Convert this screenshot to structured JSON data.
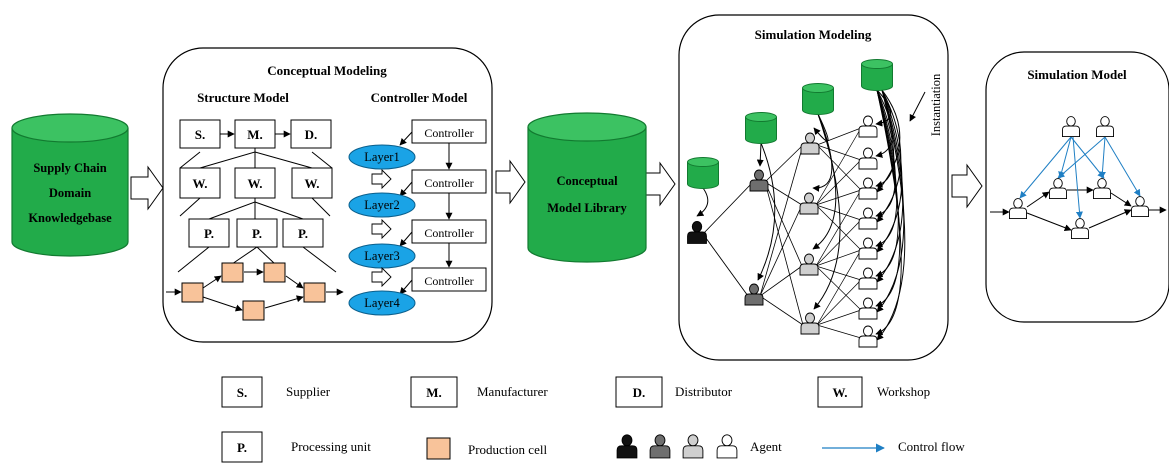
{
  "knowledgebase": {
    "lines": [
      "Supply Chain",
      "Domain",
      "Knowledgebase"
    ]
  },
  "conceptual_modeling": {
    "title": "Conceptual Modeling",
    "structure_title": "Structure Model",
    "controller_title": "Controller Model",
    "top_row": [
      "S.",
      "M.",
      "D."
    ],
    "workshop_row": [
      "W.",
      "W.",
      "W."
    ],
    "processing_row": [
      "P.",
      "P.",
      "P."
    ],
    "controller_label": "Controller",
    "layers": [
      "Layer1",
      "Layer2",
      "Layer3",
      "Layer4"
    ]
  },
  "library": {
    "lines": [
      "Conceptual",
      "Model Library"
    ]
  },
  "simulation_modeling": {
    "title": "Simulation Modeling",
    "instantiation": "Instantiation"
  },
  "simulation_model": {
    "title": "Simulation Model"
  },
  "legend": {
    "items": [
      {
        "key": "S.",
        "label": "Supplier"
      },
      {
        "key": "M.",
        "label": "Manufacturer"
      },
      {
        "key": "D.",
        "label": "Distributor"
      },
      {
        "key": "W.",
        "label": "Workshop"
      },
      {
        "key": "P.",
        "label": "Processing unit"
      }
    ],
    "production_cell": "Production cell",
    "agent": "Agent",
    "control_flow": "Control flow"
  },
  "colors": {
    "green": "#22ab4a",
    "green_dark": "#127a30",
    "blue_layer": "#1aa3e6",
    "cell_orange": "#f8c39a",
    "control_flow": "#1f7fc4",
    "agent_black": "#111111",
    "agent_darkgray": "#6e6e6e",
    "agent_lightgray": "#cfcfcf",
    "agent_white": "#ffffff"
  }
}
